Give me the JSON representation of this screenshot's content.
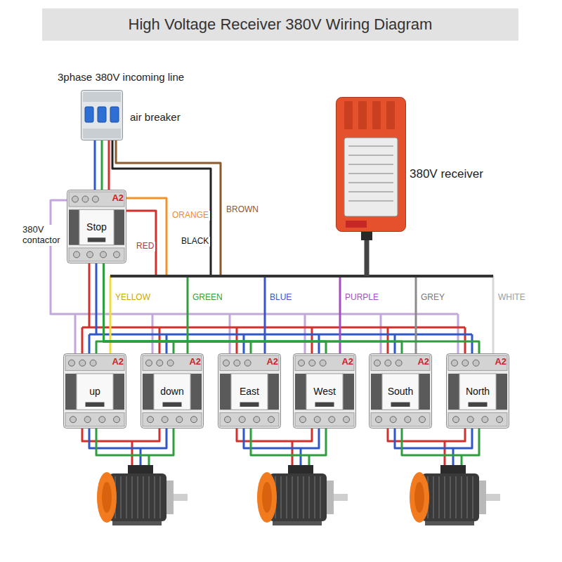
{
  "diagram": {
    "title": "High Voltage Receiver 380V Wiring Diagram",
    "nodes": [
      {
        "text": [
          "air breaker"
        ]
      },
      {
        "text": [
          "380V receiver"
        ]
      },
      {
        "text": [
          "Stop",
          "A2"
        ]
      },
      {
        "text": [
          "up",
          "A2"
        ]
      },
      {
        "text": [
          "down",
          "A2"
        ]
      },
      {
        "text": [
          "East",
          "A2"
        ]
      },
      {
        "text": [
          "West",
          "A2"
        ]
      },
      {
        "text": [
          "South",
          "A2"
        ]
      },
      {
        "text": [
          "North",
          "A2"
        ]
      }
    ],
    "edges": [
      {
        "from": 0,
        "to": 2,
        "arrow": "none"
      },
      {
        "from": 0,
        "to": 1,
        "arrow": "none"
      },
      {
        "from": 1,
        "to": 2,
        "arrow": "none"
      },
      {
        "from": 1,
        "to": 3,
        "arrow": "none"
      },
      {
        "from": 1,
        "to": 4,
        "arrow": "none"
      },
      {
        "from": 1,
        "to": 5,
        "arrow": "none"
      },
      {
        "from": 1,
        "to": 6,
        "arrow": "none"
      },
      {
        "from": 1,
        "to": 7,
        "arrow": "none"
      },
      {
        "from": 1,
        "to": 8,
        "arrow": "none"
      },
      {
        "from": 2,
        "to": 3,
        "arrow": "none"
      },
      {
        "from": 2,
        "to": 4,
        "arrow": "none"
      },
      {
        "from": 2,
        "to": 5,
        "arrow": "none"
      },
      {
        "from": 2,
        "to": 6,
        "arrow": "none"
      },
      {
        "from": 2,
        "to": 7,
        "arrow": "none"
      },
      {
        "from": 2,
        "to": 8,
        "arrow": "none"
      }
    ],
    "labels": [
      "3phase 380V incoming line",
      "380V contactor",
      "ORANGE",
      "BROWN",
      "RED",
      "BLACK",
      "YELLOW",
      "GREEN",
      "BLUE",
      "PURPLE",
      "GREY",
      "WHITE"
    ]
  }
}
